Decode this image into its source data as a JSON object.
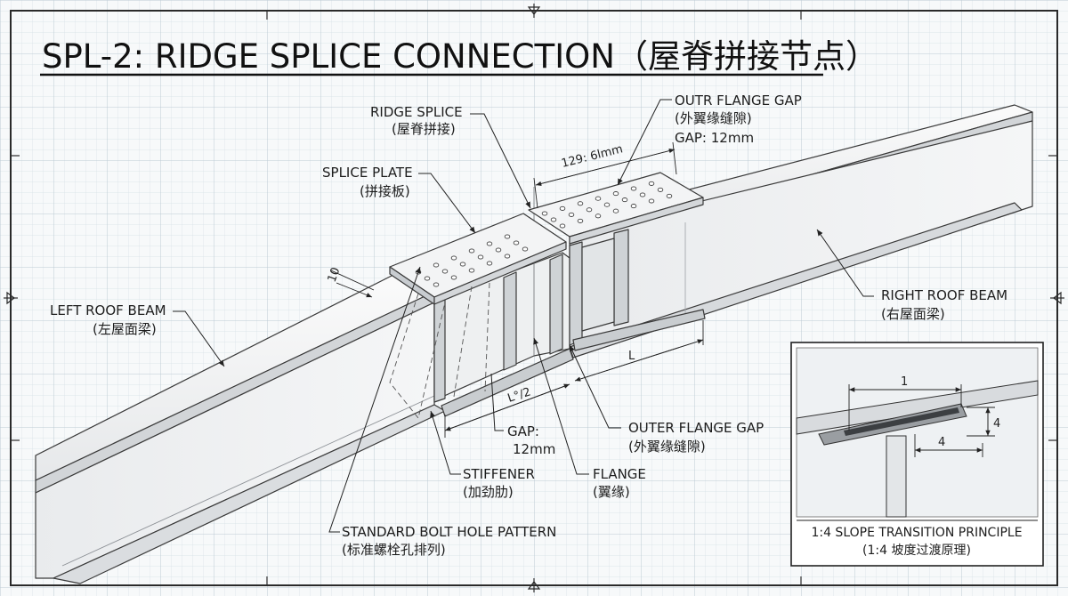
{
  "title": "SPL-2: RIDGE SPLICE CONNECTION（屋脊拼接节点）",
  "labels": {
    "ridge_splice": "RIDGE SPLICE",
    "ridge_splice_cn": "(屋脊拼接)",
    "splice_plate": "SPLICE PLATE",
    "splice_plate_cn": "(拼接板)",
    "outr_flange_gap": "OUTR FLANGE GAP",
    "outr_flange_gap_cn": "(外翼缘缝隙)",
    "outr_flange_gap_value": "GAP: 12mm",
    "left_roof_beam": "LEFT ROOF BEAM",
    "left_roof_beam_cn": "(左屋面梁)",
    "right_roof_beam": "RIGHT ROOF BEAM",
    "right_roof_beam_cn": "(右屋面梁)",
    "outer_flange_gap": "OUTER FLANGE GAP",
    "outer_flange_gap_cn": "(外翼缘缝隙)",
    "gap_label": "GAP:",
    "gap_value": "12mm",
    "stiffener": "STIFFENER",
    "stiffener_cn": "(加劲肋)",
    "flange": "FLANGE",
    "flange_cn": "(翼缘)",
    "bolt_pattern": "STANDARD BOLT HOLE PATTERN",
    "bolt_pattern_cn": "(标准螺栓孔排列)"
  },
  "dimensions": {
    "plate_length": "129: 6lmm",
    "bolt_edge": "10",
    "half_length": "L°/2",
    "length": "L"
  },
  "inset": {
    "title": "1:4 SLOPE TRANSITION PRINCIPLE",
    "title_cn": "(1:4 坡度过渡原理)",
    "dim_top": "1",
    "dim_side": "4",
    "dim_bottom": "4"
  },
  "colors": {
    "grid_minor": "#d6e0e6",
    "grid_major": "#bccbd4",
    "steel_light": "#f4f5f6",
    "steel_mid": "#dcdfe2",
    "steel_dark": "#b6babe",
    "line": "#3a3a3a"
  }
}
